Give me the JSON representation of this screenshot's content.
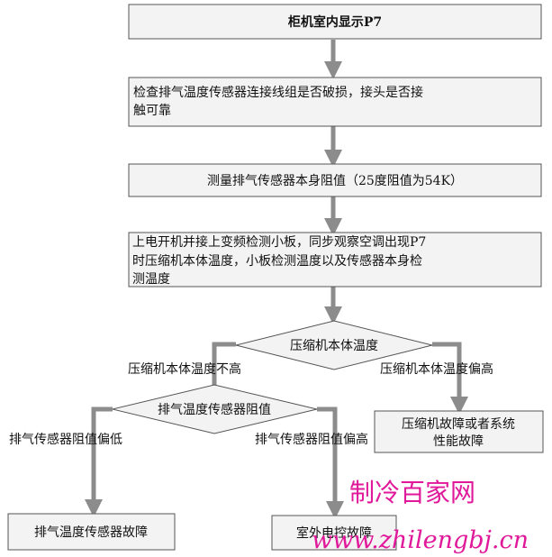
{
  "nodes": {
    "step1": "柜机室内显示P7",
    "step2_line1": "检查排气温度传感器连接线组是否破损，接头是否接",
    "step2_line2": "触可靠",
    "step3": "测量排气传感器本身阻值（25度阻值为54K）",
    "step4_line1": "上电开机并接上变频检测小板，同步观察空调出现P7",
    "step4_line2": "时压缩机本体温度，小板检测温度以及传感器本身检",
    "step4_line3": "测温度",
    "decision1": "压缩机本体温度",
    "decision2": "排气温度传感器阻值",
    "result_compressor_line1": "压缩机故障或者系统",
    "result_compressor_line2": "性能故障",
    "result_sensor": "排气温度传感器故障",
    "result_outdoor": "室外电控故障"
  },
  "edges": {
    "d1_left": "压缩机本体温度不高",
    "d1_right": "压缩机本体温度偏高",
    "d2_left": "排气传感器阻值偏低",
    "d2_right": "排气传感器阻值偏高"
  },
  "watermark": {
    "cn": "制冷百家网",
    "url": "www.zhilengbj.cn"
  },
  "colors": {
    "box_fill": "#f3f3f3",
    "box_stroke": "#555555",
    "arrow": "#8c8c8c",
    "watermark": "#e0199a"
  }
}
